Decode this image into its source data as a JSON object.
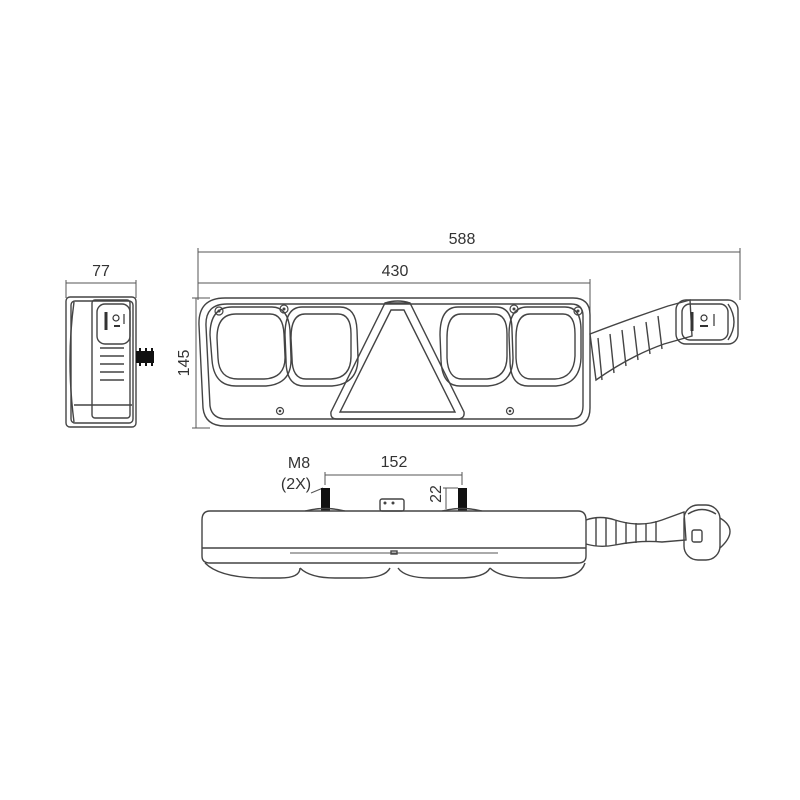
{
  "dimensions": {
    "total_length": "588",
    "housing_length": "430",
    "height": "145",
    "depth": "77",
    "bolt_spacing": "152",
    "bolt_length": "22",
    "bolt_size": "M8",
    "bolt_count": "(2X)"
  },
  "colors": {
    "line": "#444444",
    "dimension_line": "#555555",
    "text": "#333333",
    "bolt": "#111111"
  }
}
